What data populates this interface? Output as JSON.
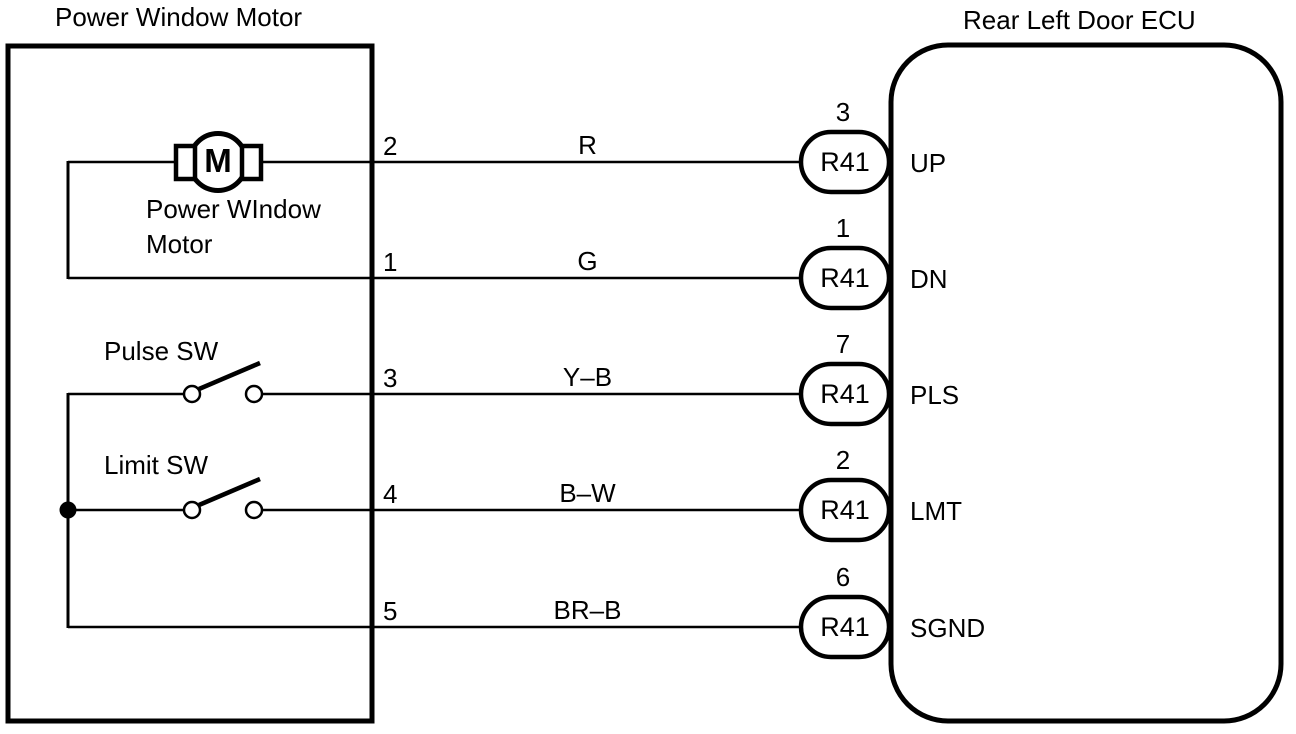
{
  "left_box": {
    "title": "Power Window Motor",
    "motor": {
      "symbol": "M",
      "label_line1": "Power WIndow",
      "label_line2": "Motor"
    },
    "pulse_switch_label": "Pulse SW",
    "limit_switch_label": "Limit SW"
  },
  "right_box": {
    "title": "Rear Left Door ECU"
  },
  "rows": [
    {
      "motor_pin": "2",
      "wire_color": "R",
      "ecu_pin": "3",
      "connector": "R41",
      "signal": "UP"
    },
    {
      "motor_pin": "1",
      "wire_color": "G",
      "ecu_pin": "1",
      "connector": "R41",
      "signal": "DN"
    },
    {
      "motor_pin": "3",
      "wire_color": "Y–B",
      "ecu_pin": "7",
      "connector": "R41",
      "signal": "PLS"
    },
    {
      "motor_pin": "4",
      "wire_color": "B–W",
      "ecu_pin": "2",
      "connector": "R41",
      "signal": "LMT"
    },
    {
      "motor_pin": "5",
      "wire_color": "BR–B",
      "ecu_pin": "6",
      "connector": "R41",
      "signal": "SGND"
    }
  ],
  "colors": {
    "line": "#000000",
    "background": "#ffffff"
  }
}
